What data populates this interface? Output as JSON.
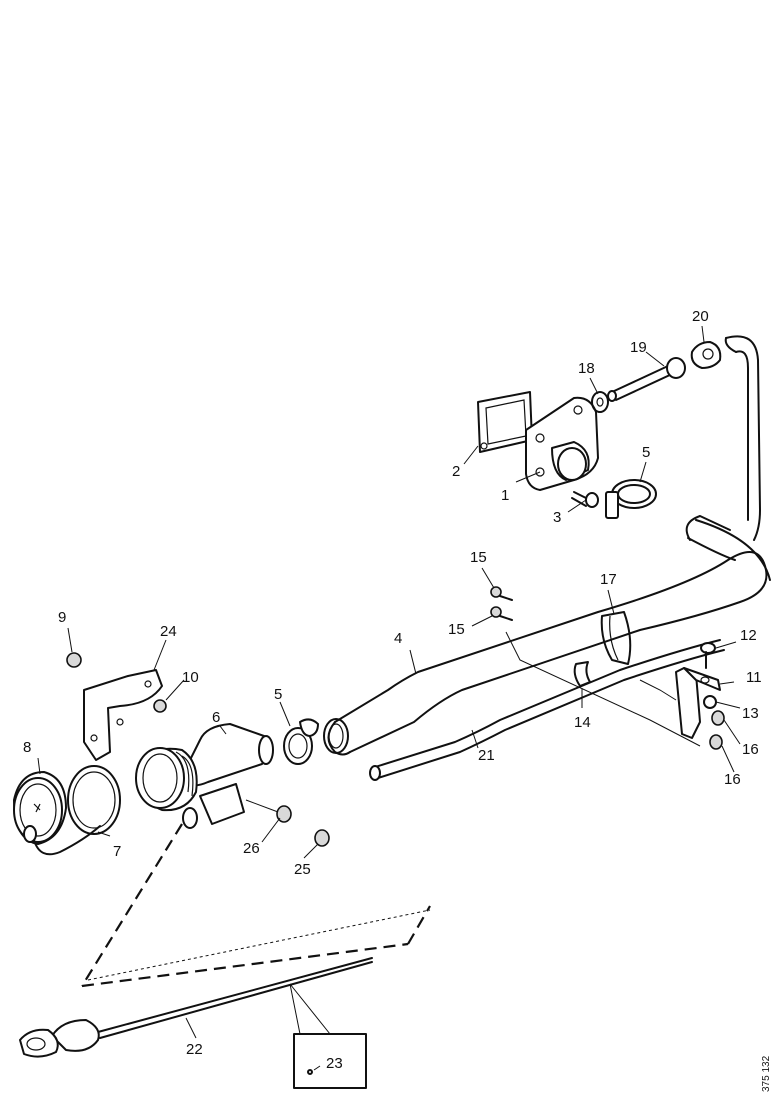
{
  "callouts": [
    "1",
    "2",
    "3",
    "4",
    "5",
    "6",
    "7",
    "8",
    "9",
    "10",
    "11",
    "12",
    "13",
    "14",
    "15",
    "16",
    "17",
    "18",
    "19",
    "20",
    "21",
    "22",
    "23",
    "24",
    "25",
    "26"
  ],
  "reference_code": "375 132"
}
